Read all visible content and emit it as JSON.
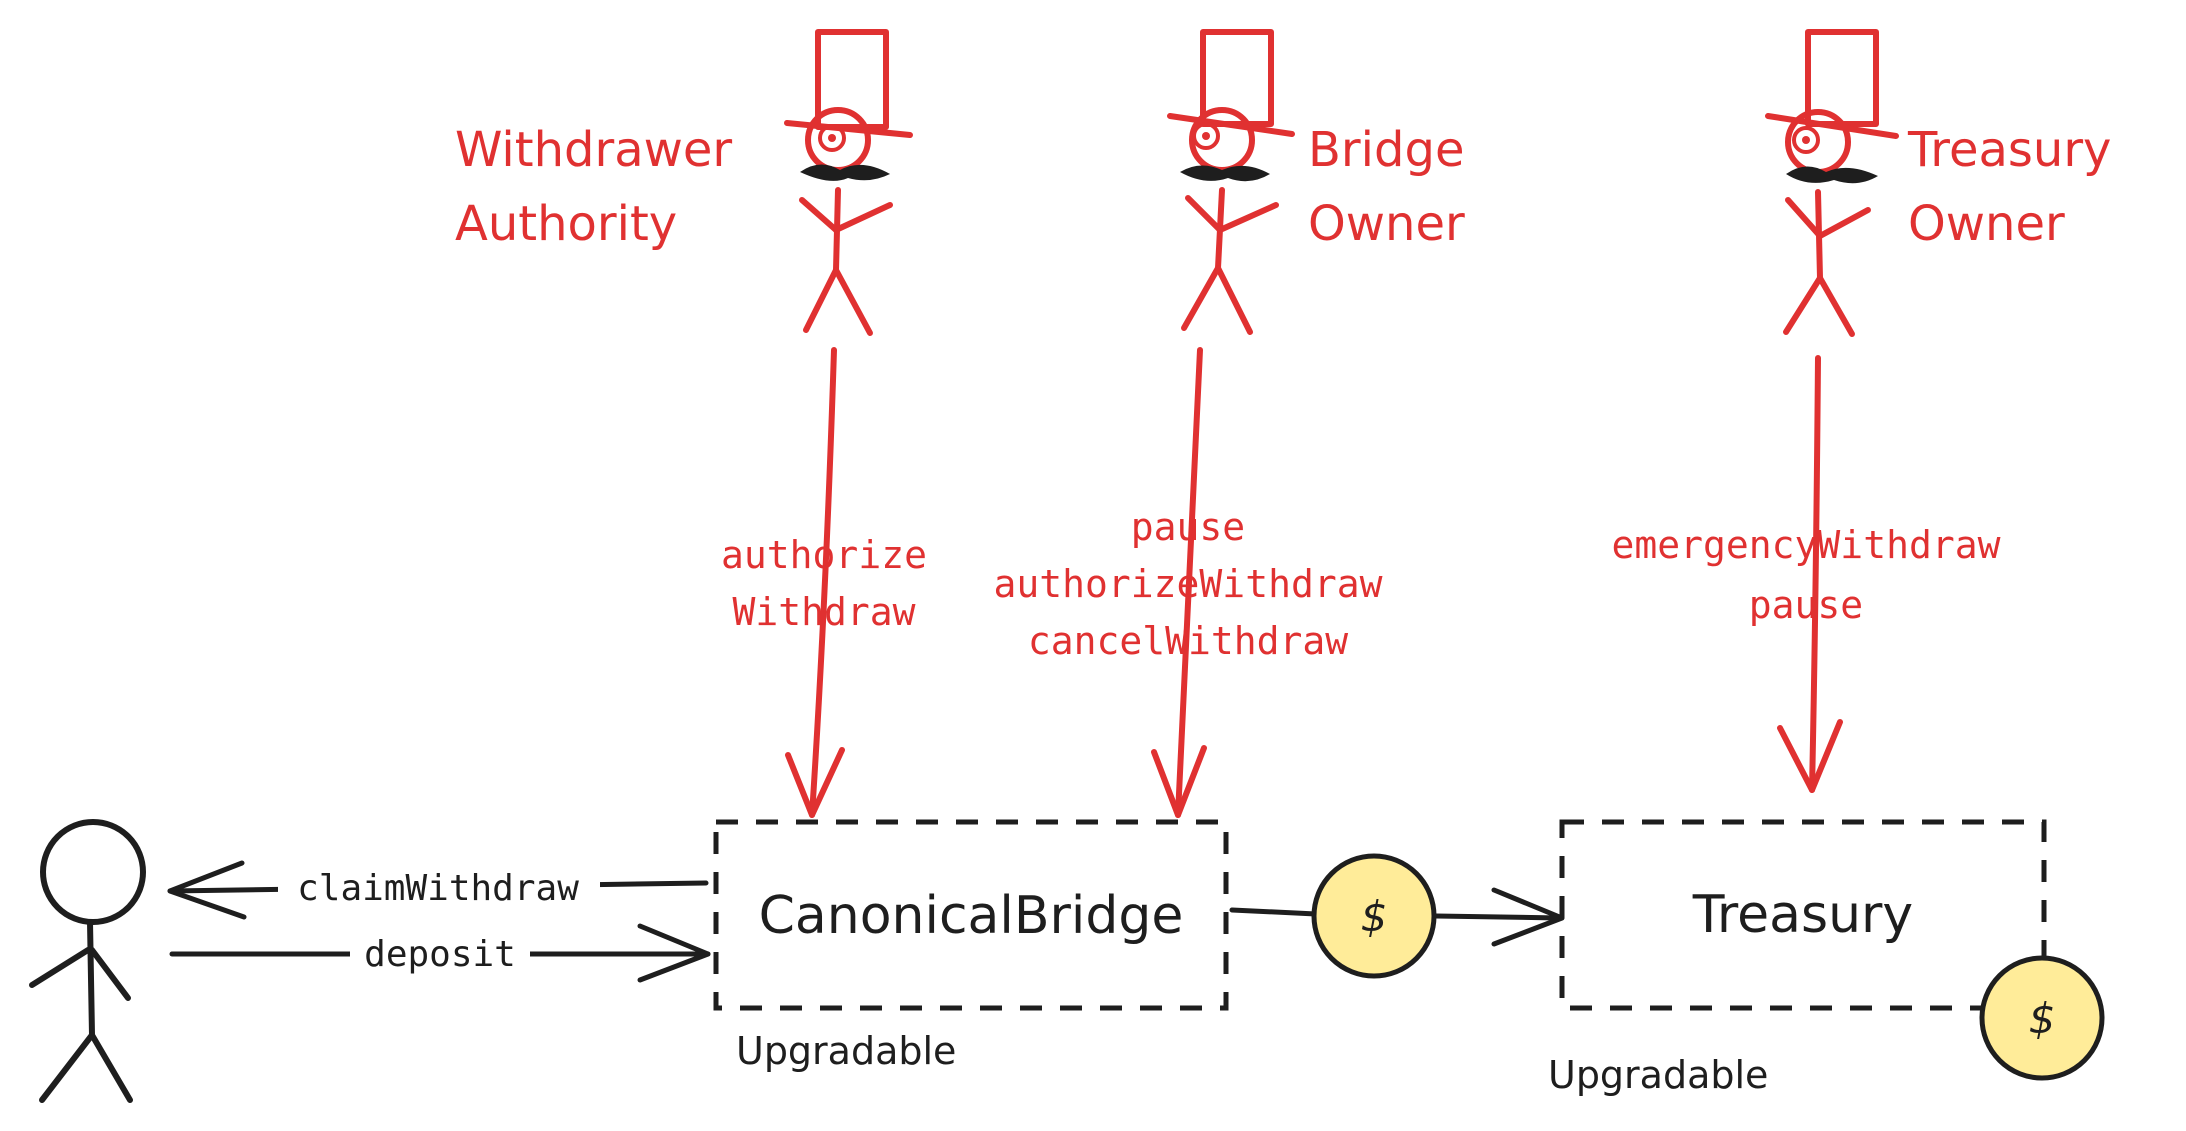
{
  "roles": [
    {
      "id": "withdrawer",
      "name_line1": "Withdrawer",
      "name_line2": "Authority",
      "permissions": [
        "authorize",
        "Withdraw"
      ]
    },
    {
      "id": "bridge-owner",
      "name_line1": "Bridge",
      "name_line2": "Owner",
      "permissions": [
        "pause",
        "authorizeWithdraw",
        "cancelWithdraw"
      ]
    },
    {
      "id": "treasury-owner",
      "name_line1": "Treasury",
      "name_line2": "Owner",
      "permissions": [
        "emergencyWithdraw",
        "pause"
      ]
    }
  ],
  "contracts": {
    "bridge": {
      "name": "CanonicalBridge",
      "note": "Upgradable"
    },
    "treasury": {
      "name": "Treasury",
      "note": "Upgradable"
    }
  },
  "user_flows": {
    "claim": "claimWithdraw",
    "deposit": "deposit"
  },
  "coins": {
    "symbol": "$",
    "fill_color": "#ffec99"
  },
  "colors": {
    "role_color": "#e03131",
    "ink_color": "#1e1e1e",
    "background": "#ffffff"
  }
}
